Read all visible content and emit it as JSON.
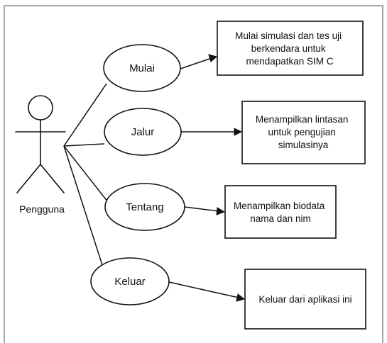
{
  "diagram": {
    "actor": {
      "label": "Pengguna"
    },
    "use_cases": [
      {
        "label": "Mulai",
        "result_lines": [
          "Mulai simulasi dan tes uji",
          "berkendara untuk",
          "mendapatkan SIM C"
        ]
      },
      {
        "label": "Jalur",
        "result_lines": [
          "Menampilkan lintasan",
          "untuk pengujian",
          "simulasinya"
        ]
      },
      {
        "label": "Tentang",
        "result_lines": [
          "Menampilkan biodata",
          "nama dan nim"
        ]
      },
      {
        "label": "Keluar",
        "result_lines": [
          "Keluar dari aplikasi ini"
        ]
      }
    ]
  }
}
